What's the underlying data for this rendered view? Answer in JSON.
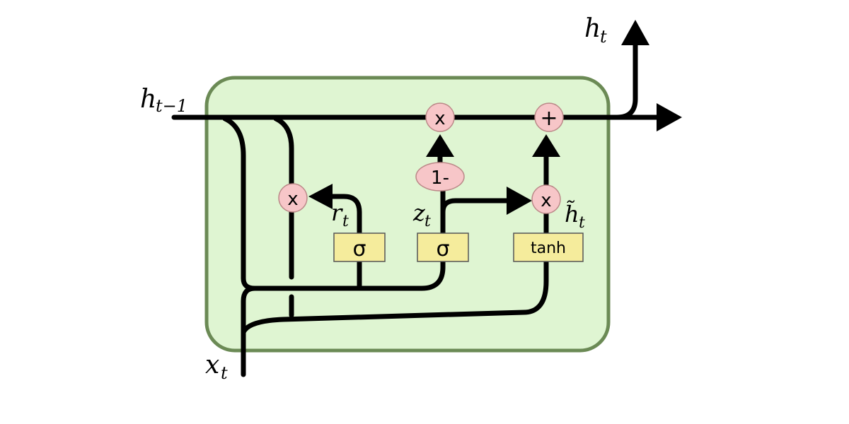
{
  "cell": {
    "fill": "#dff5d2",
    "stroke": "#6b8a55"
  },
  "labels": {
    "h_prev": {
      "main": "h",
      "sub": "t−1"
    },
    "h_out": {
      "main": "h",
      "sub": "t"
    },
    "x_in": {
      "main": "x",
      "sub": "t"
    },
    "r_t": {
      "main": "r",
      "sub": "t"
    },
    "z_t": {
      "main": "z",
      "sub": "t"
    },
    "h_tilde": {
      "main": "h̃",
      "sub": "t"
    }
  },
  "operators": {
    "multiply": "x",
    "add": "+",
    "one_minus": "1-",
    "fill": "#f7c6c8"
  },
  "gates": {
    "sigma_r": "σ",
    "sigma_z": "σ",
    "tanh": "tanh",
    "fill": "#f5ec9c"
  }
}
